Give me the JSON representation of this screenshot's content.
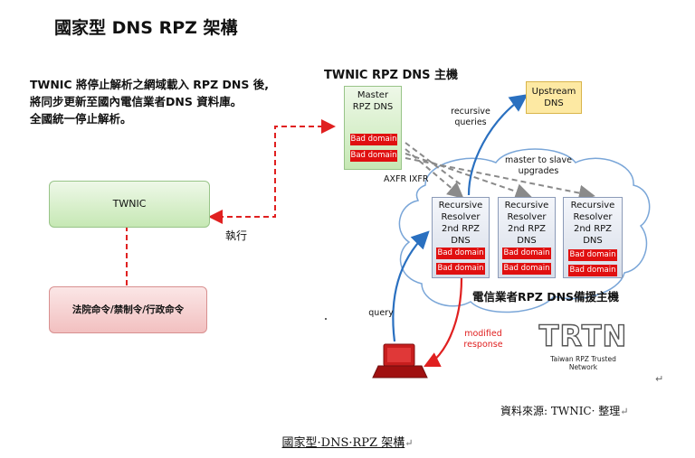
{
  "title": "國家型 DNS RPZ 架構",
  "description": "TWNIC 將停止解析之網域載入 RPZ DNS 後,\n將同步更新至國內電信業者DNS 資料庫。\n全國統一停止解析。",
  "twnic_host_title": "TWNIC RPZ DNS 主機",
  "master_box": {
    "line1": "Master",
    "line2": "RPZ DNS",
    "bad1": "Bad domain",
    "bad2": "Bad domain"
  },
  "twnic_box": "TWNIC",
  "court_box": "法院命令/禁制令/行政命令",
  "execute_label": "執行",
  "upstream_box": {
    "line1": "Upstream",
    "line2": "DNS"
  },
  "recursive_queries": {
    "line1": "recursive",
    "line2": "queries"
  },
  "master_to_slave": {
    "line1": "master to slave",
    "line2": "upgrades"
  },
  "axfr_ixfr": "AXFR  IXFR",
  "resolvers": [
    {
      "line1": "Recursive",
      "line2": "Resolver",
      "line3": "2nd RPZ DNS",
      "bad1": "Bad domain",
      "bad2": "Bad domain"
    },
    {
      "line1": "Recursive",
      "line2": "Resolver",
      "line3": "2nd RPZ DNS",
      "bad1": "Bad domain",
      "bad2": "Bad domain"
    },
    {
      "line1": "Recursive",
      "line2": "Resolver",
      "line3": "2nd RPZ DNS",
      "bad1": "Bad domain",
      "bad2": "Bad domain"
    }
  ],
  "telecom_backup_label": "電信業者RPZ DNS備援主機",
  "query_label": "query",
  "modified_response": {
    "line1": "modified",
    "line2": "response"
  },
  "trtn": {
    "logo": "TRTN",
    "subtitle": "Taiwan RPZ Trusted Network"
  },
  "source_note": "資料來源: TWNIC· 整理",
  "caption": "國家型·DNS·RPZ 架構",
  "return_mark": "↵",
  "colors": {
    "red_line": "#e02020",
    "blue_line": "#2a70c0",
    "grey_line": "#8a8a8a",
    "bad_red": "#e01010"
  }
}
